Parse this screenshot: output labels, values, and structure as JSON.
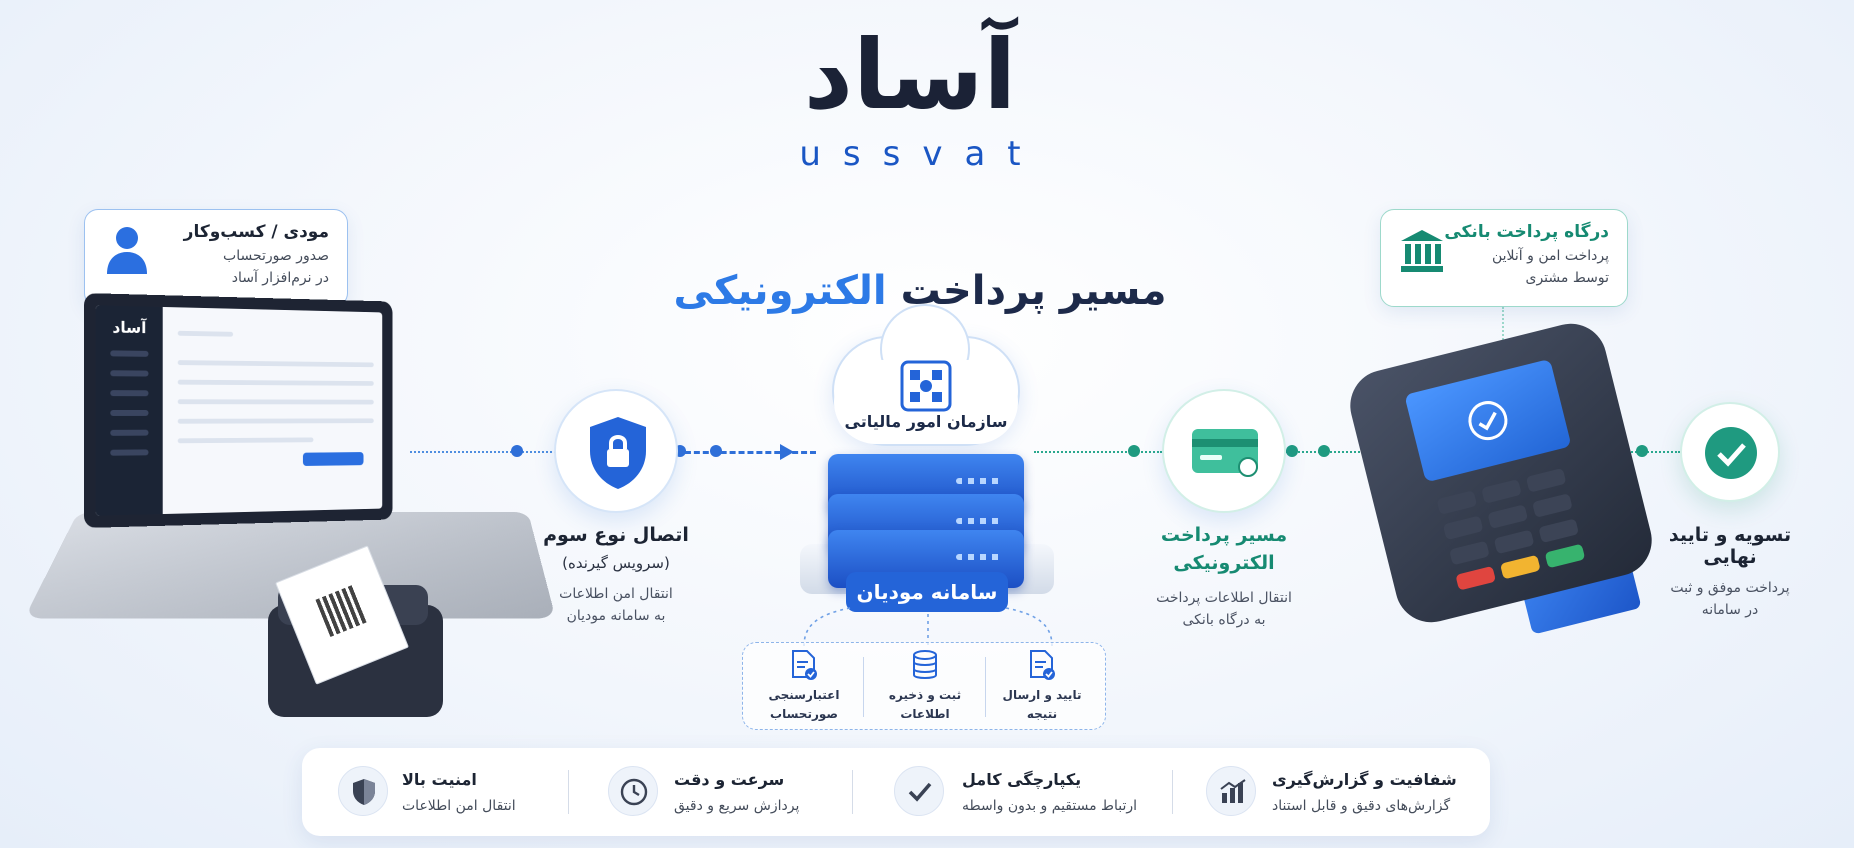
{
  "logo": {
    "name_fa": "آساد",
    "name_en": "ussvat"
  },
  "main_title": {
    "part_dark": "مسیر پرداخت",
    "part_accent": "الکترونیکی"
  },
  "taxpayer_box": {
    "title": "مودی / کسب‌وکار",
    "line1": "صدور صورتحساب",
    "line2": "در نرم‌افزار آساد"
  },
  "laptop": {
    "brand": "آساد"
  },
  "third_party": {
    "title": "اتصال نوع سوم",
    "subtitle": "(سرویس گیرنده)",
    "line1": "انتقال امن اطلاعات",
    "line2": "به سامانه مودیان"
  },
  "tax_org": {
    "cloud_label": "سازمان امور مالیاتی",
    "server_label": "سامانه مودیان"
  },
  "sub_process": [
    {
      "line1": "تایید و ارسال",
      "line2": "نتیجه",
      "icon": "document-check-icon"
    },
    {
      "line1": "ثبت و ذخیره",
      "line2": "اطلاعات",
      "icon": "database-icon"
    },
    {
      "line1": "اعتبارسنجی",
      "line2": "صورتحساب",
      "icon": "document-check-icon"
    }
  ],
  "payment_path": {
    "title_line1": "مسیر پرداخت",
    "title_line2": "الکترونیکی",
    "line1": "انتقال اطلاعات پرداخت",
    "line2": "به درگاه بانکی"
  },
  "bank_gateway_box": {
    "title": "درگاه پرداخت بانکی",
    "line1": "پرداخت امن و آنلاین",
    "line2": "توسط مشتری"
  },
  "settlement": {
    "title": "تسویه و تایید نهایی",
    "line1": "پرداخت موفق و ثبت",
    "line2": "در سامانه"
  },
  "features": [
    {
      "title": "امنیت بالا",
      "desc": "انتقال امن اطلاعات",
      "icon": "shield-icon"
    },
    {
      "title": "سرعت و دقت",
      "desc": "پردازش سریع و دقیق",
      "icon": "clock-icon"
    },
    {
      "title": "یکپارچگی کامل",
      "desc": "ارتباط مستقیم و بدون واسطه",
      "icon": "check-icon"
    },
    {
      "title": "شفافیت و گزارش‌گیری",
      "desc": "گزارش‌های دقیق و قابل استناد",
      "icon": "chart-icon"
    }
  ],
  "colors": {
    "primary_blue": "#2464d8",
    "accent_blue": "#2d7ae6",
    "green": "#168a72",
    "dark": "#1b2236"
  }
}
